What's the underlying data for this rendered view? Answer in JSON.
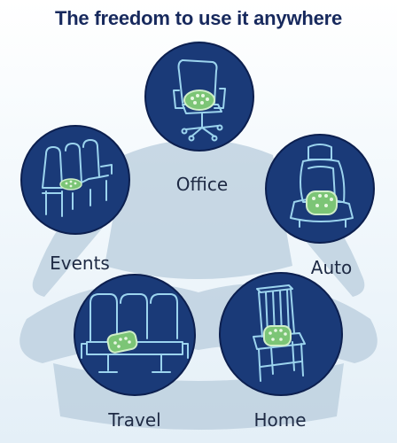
{
  "headline": "The freedom to use it anywhere",
  "locations": [
    {
      "label": "Office",
      "icon": "office-chair-icon"
    },
    {
      "label": "Events",
      "icon": "stadium-seats-icon"
    },
    {
      "label": "Auto",
      "icon": "car-seat-icon"
    },
    {
      "label": "Travel",
      "icon": "airplane-seats-icon"
    },
    {
      "label": "Home",
      "icon": "wooden-chair-icon"
    }
  ],
  "colors": {
    "circle_fill": "#1a3a78",
    "circle_ring": "#0c1f4f",
    "line_art": "#9cd4ee",
    "cushion_green": "#7cc576",
    "heading_text": "#17295d",
    "silhouette": "#b7cbdb"
  }
}
